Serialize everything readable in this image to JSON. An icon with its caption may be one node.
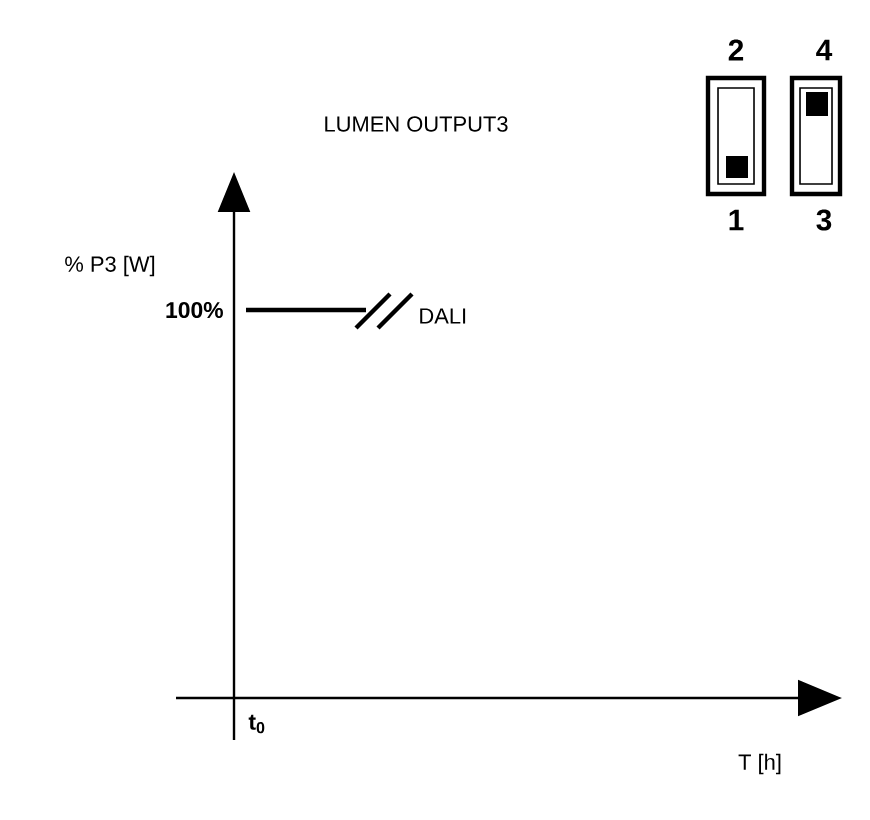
{
  "diagram": {
    "title": "LUMEN OUTPUT3",
    "labels": [
      "2",
      "4",
      "1",
      "3",
      "% P3 [W]",
      "100%",
      "DALI",
      "t$_{0}$",
      "T [h]"
    ]
  }
}
